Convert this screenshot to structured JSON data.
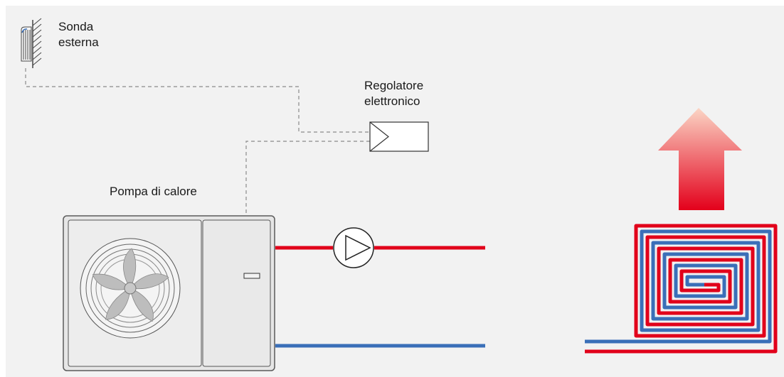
{
  "labels": {
    "sonda_line1": "Sonda",
    "sonda_line2": "esterna",
    "regolatore_line1": "Regolatore",
    "regolatore_line2": "elettronico",
    "pompa": "Pompa di calore"
  },
  "colors": {
    "background": "#f2f2f2",
    "supply_pipe": "#e1001a",
    "return_pipe": "#3a6fb8",
    "signal_line": "#8a8a8a",
    "unit_body": "#e6e6e6",
    "unit_outline": "#5a5a5a",
    "arrow_top": "#fbd5c5",
    "arrow_bottom": "#e3001b"
  },
  "icons": {
    "outdoor_sensor": "outdoor-sensor-icon",
    "controller": "controller-icon",
    "heat_pump": "heat-pump-icon",
    "fan": "fan-icon",
    "circulation_pump": "circulation-pump-icon",
    "floor_heating": "floor-heating-coil-icon",
    "heat_arrow": "heat-up-arrow-icon"
  }
}
